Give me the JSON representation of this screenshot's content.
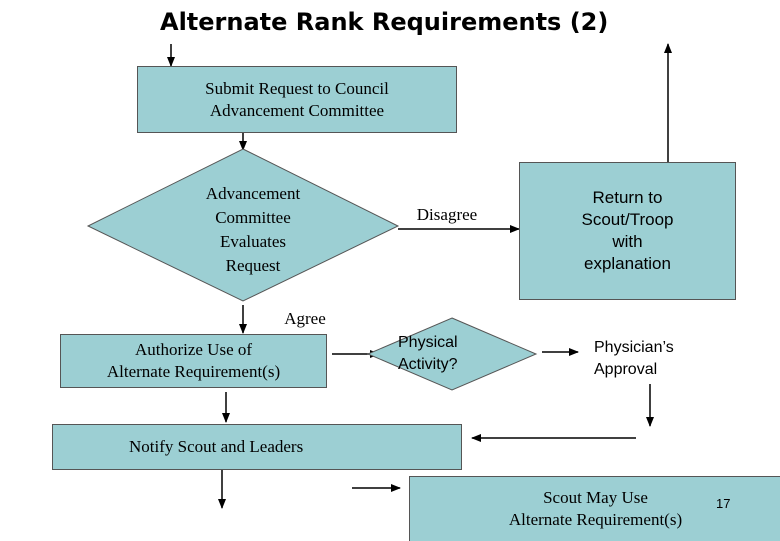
{
  "title": "Alternate Rank Requirements (2)",
  "nodes": {
    "submit": "Submit Request to Council\nAdvancement Committee",
    "evaluate": "Advancement\nCommittee\nEvaluates\nRequest",
    "return": "Return to\nScout/Troop\nwith\nexplanation",
    "authorize": "Authorize Use of\nAlternate Requirement(s)",
    "physical": "Physical\nActivity?",
    "physician": "Physician’s\nApproval",
    "notify": "Notify Scout and Leaders",
    "may_use": "Scout May Use\nAlternate Requirement(s)"
  },
  "edge_labels": {
    "disagree": "Disagree",
    "agree": "Agree"
  },
  "page_number": "17",
  "colors": {
    "box_fill": "#9ccfd3",
    "line": "#000000"
  }
}
